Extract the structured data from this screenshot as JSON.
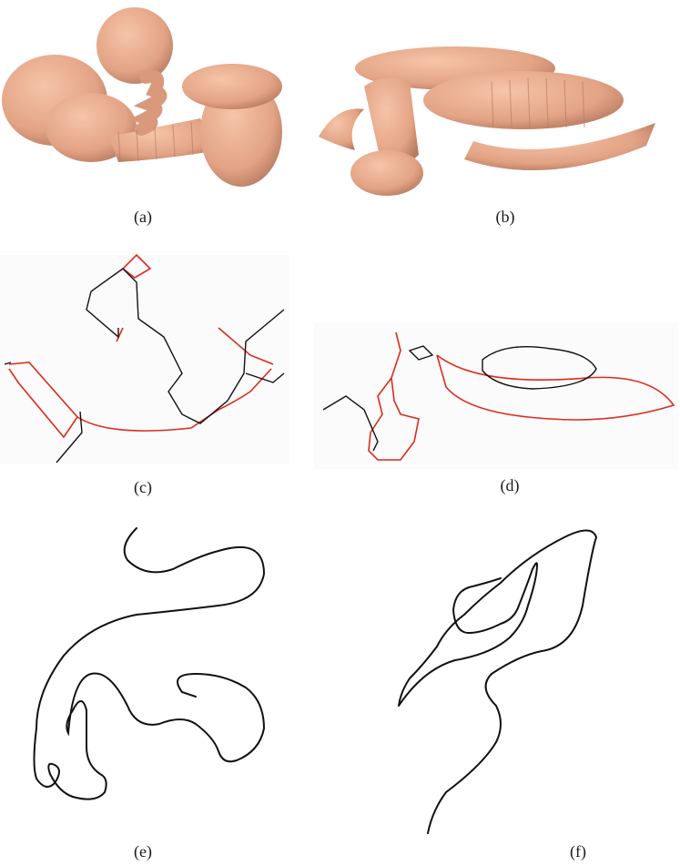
{
  "figure": {
    "panels": [
      {
        "id": "a",
        "label": "(a)",
        "content": "3D rendering of colon surface",
        "color": "#e8a88a"
      },
      {
        "id": "b",
        "label": "(b)",
        "content": "3D rendering of colon surface",
        "color": "#e8a88a"
      },
      {
        "id": "c",
        "label": "(c)",
        "content": "extracted centerlines (black and red)"
      },
      {
        "id": "d",
        "label": "(d)",
        "content": "extracted centerlines (black and red)"
      },
      {
        "id": "e",
        "label": "(e)",
        "content": "smooth centerline curve"
      },
      {
        "id": "f",
        "label": "(f)",
        "content": "smooth centerline curve"
      }
    ],
    "colors": {
      "surface": "#e8a88a",
      "surface_shade": "#c98a6e",
      "path_black": "#111111",
      "path_red": "#dd2a1e"
    }
  }
}
